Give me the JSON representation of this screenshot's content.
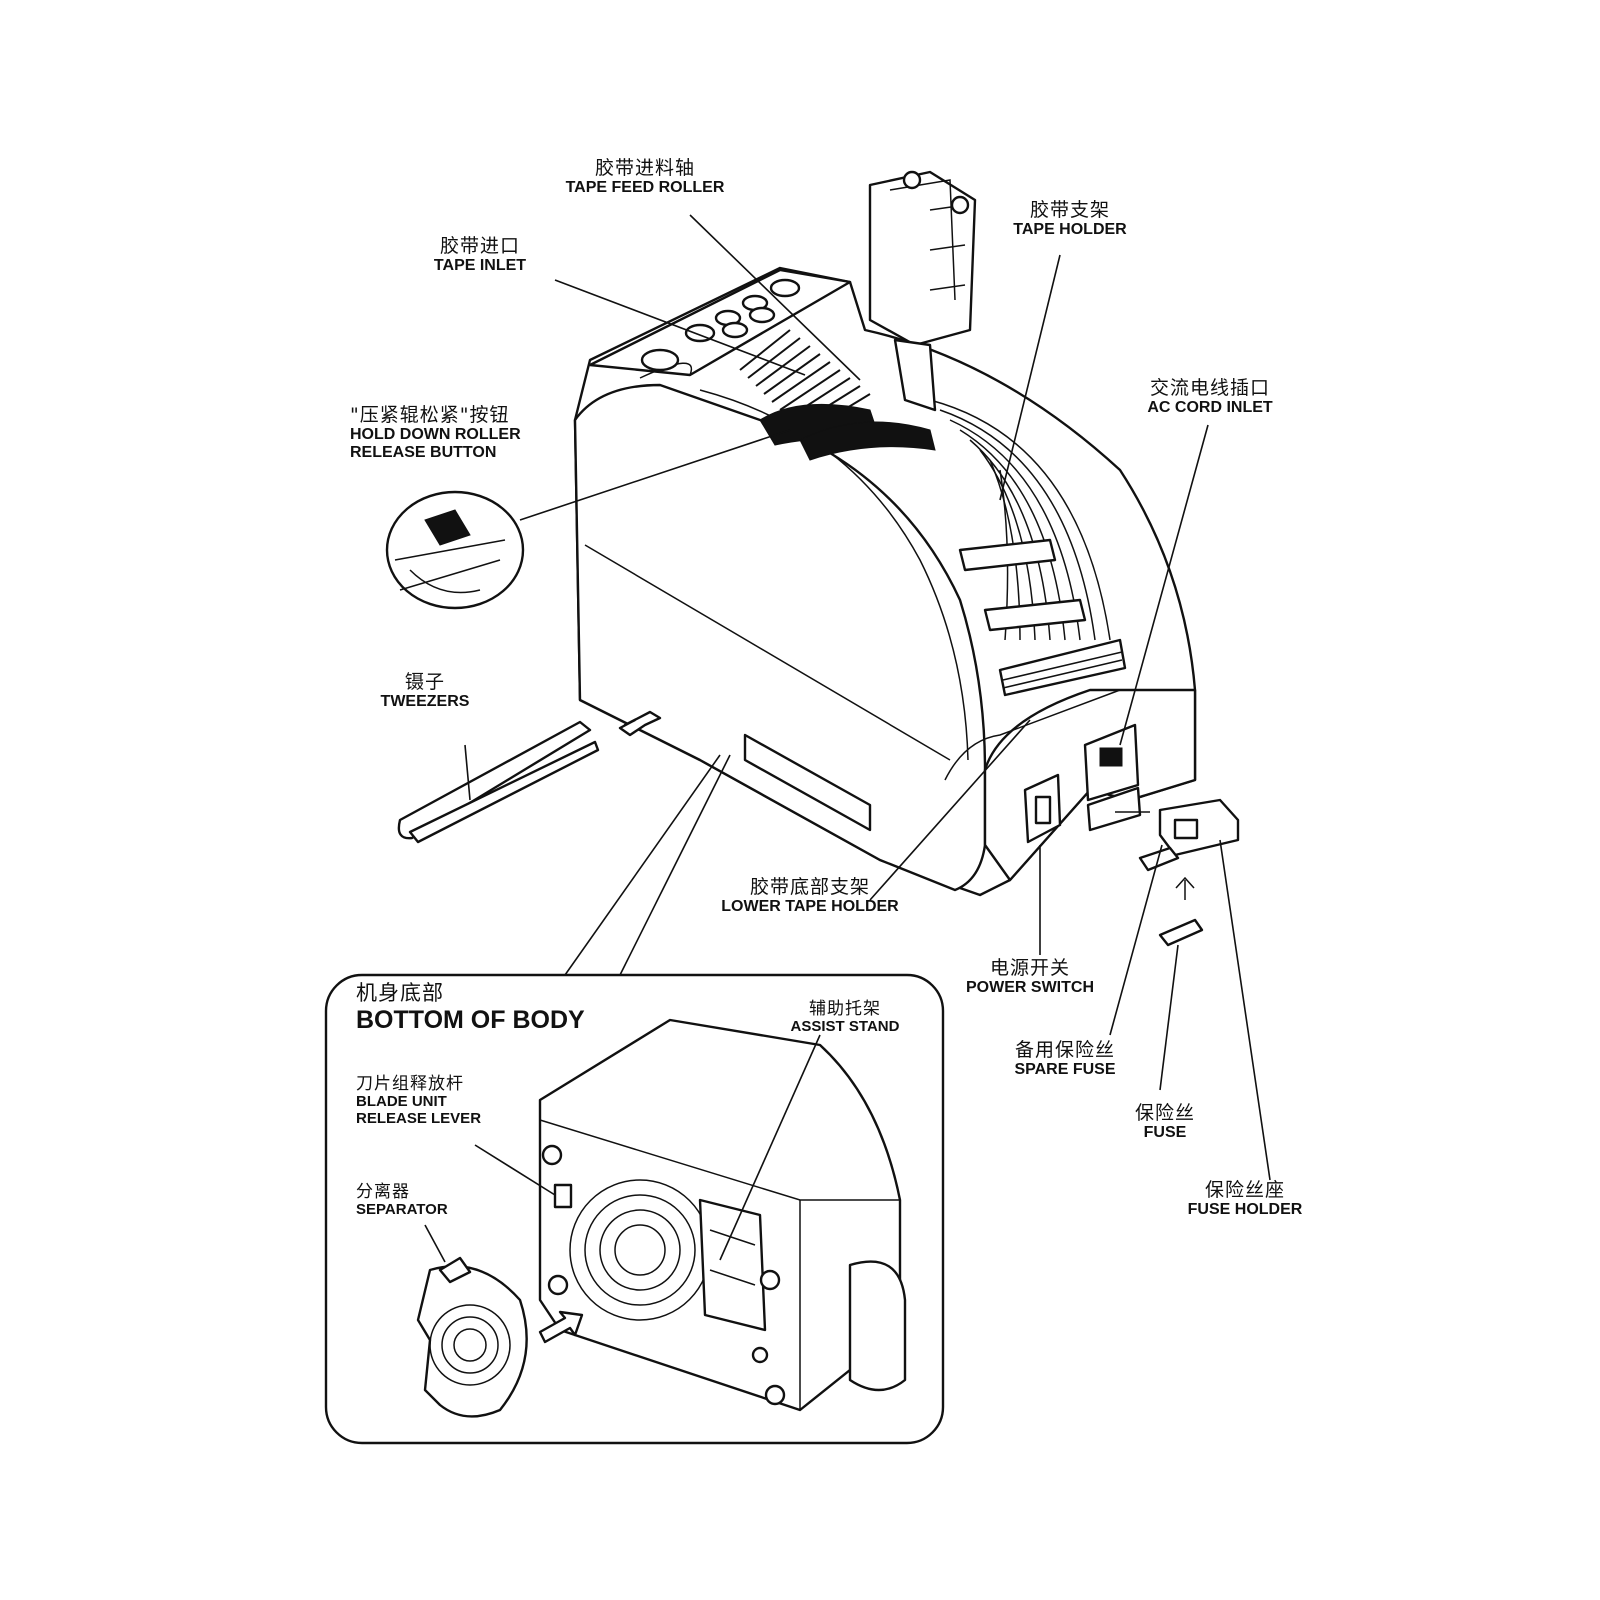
{
  "labels": {
    "tape_feed_roller": {
      "cn": "胶带进料轴",
      "en": "TAPE FEED ROLLER"
    },
    "tape_inlet": {
      "cn": "胶带进口",
      "en": "TAPE INLET"
    },
    "tape_holder": {
      "cn": "胶带支架",
      "en": "TAPE HOLDER"
    },
    "ac_cord_inlet": {
      "cn": "交流电线插口",
      "en": "AC CORD INLET"
    },
    "hold_down_roller": {
      "cn": "\"压紧辊松紧\"按钮",
      "en_line1": "HOLD DOWN ROLLER",
      "en_line2": "RELEASE BUTTON"
    },
    "tweezers": {
      "cn": "镊子",
      "en": "TWEEZERS"
    },
    "lower_tape_holder": {
      "cn": "胶带底部支架",
      "en": "LOWER TAPE HOLDER"
    },
    "power_switch": {
      "cn": "电源开关",
      "en": "POWER SWITCH"
    },
    "spare_fuse": {
      "cn": "备用保险丝",
      "en": "SPARE FUSE"
    },
    "fuse": {
      "cn": "保险丝",
      "en": "FUSE"
    },
    "fuse_holder": {
      "cn": "保险丝座",
      "en": "FUSE HOLDER"
    }
  },
  "inset": {
    "title": {
      "cn": "机身底部",
      "en": "BOTTOM OF BODY"
    },
    "assist_stand": {
      "cn": "辅助托架",
      "en": "ASSIST STAND"
    },
    "blade_unit": {
      "cn": "刀片组释放杆",
      "en_line1": "BLADE UNIT",
      "en_line2": "RELEASE LEVER"
    },
    "separator": {
      "cn": "分离器",
      "en": "SEPARATOR"
    }
  }
}
